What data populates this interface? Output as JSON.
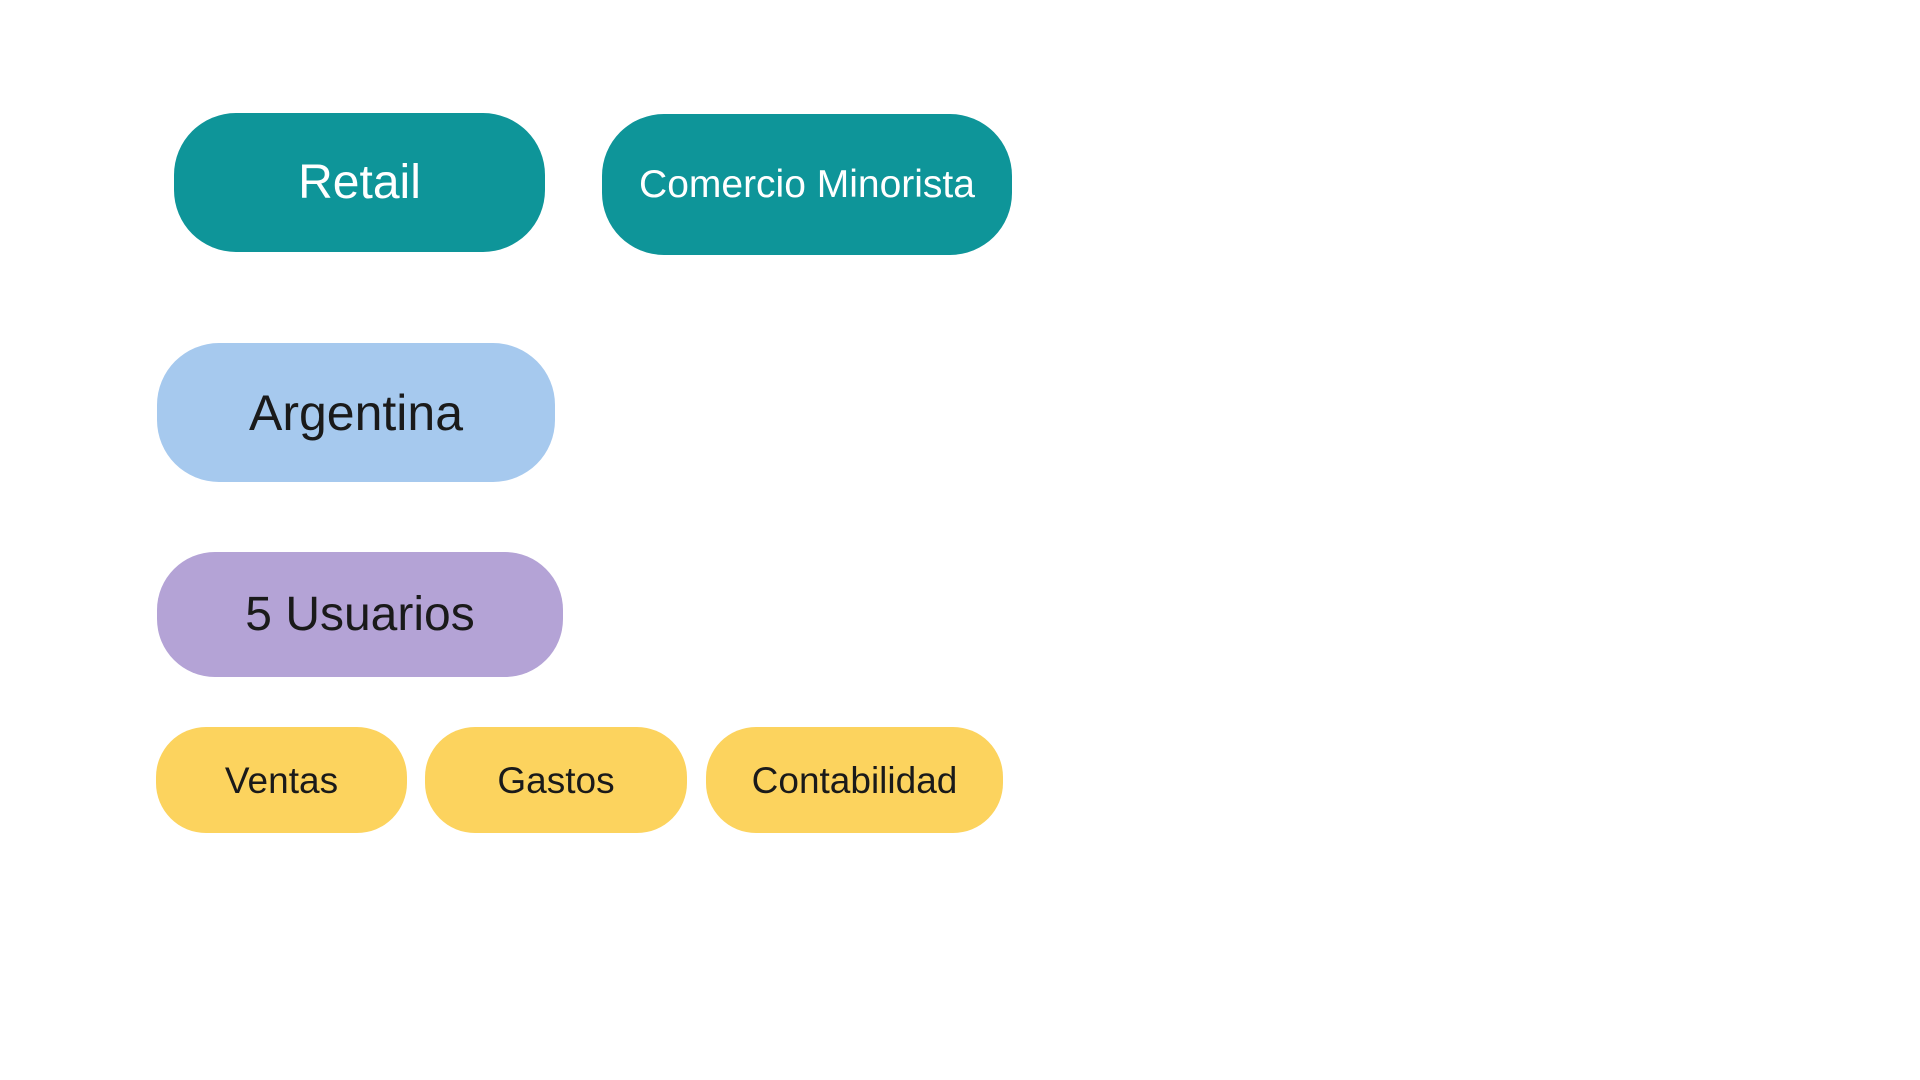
{
  "canvas": {
    "background": "#ffffff"
  },
  "colors": {
    "teal": "#0e9599",
    "blue": "#a6c9ee",
    "purple": "#b4a3d6",
    "yellow": "#fcd35e",
    "text_light": "#ffffff",
    "text_dark": "#1a1a1a"
  },
  "nodes": [
    {
      "id": "retail",
      "label": "Retail",
      "fill": "teal",
      "text": "light"
    },
    {
      "id": "comercio",
      "label": "Comercio Minorista",
      "fill": "teal",
      "text": "light"
    },
    {
      "id": "argentina",
      "label": "Argentina",
      "fill": "blue",
      "text": "dark"
    },
    {
      "id": "usuarios",
      "label": "5 Usuarios",
      "fill": "purple",
      "text": "dark"
    },
    {
      "id": "ventas",
      "label": "Ventas",
      "fill": "yellow",
      "text": "dark"
    },
    {
      "id": "gastos",
      "label": "Gastos",
      "fill": "yellow",
      "text": "dark"
    },
    {
      "id": "contabilidad",
      "label": "Contabilidad",
      "fill": "yellow",
      "text": "dark"
    }
  ]
}
